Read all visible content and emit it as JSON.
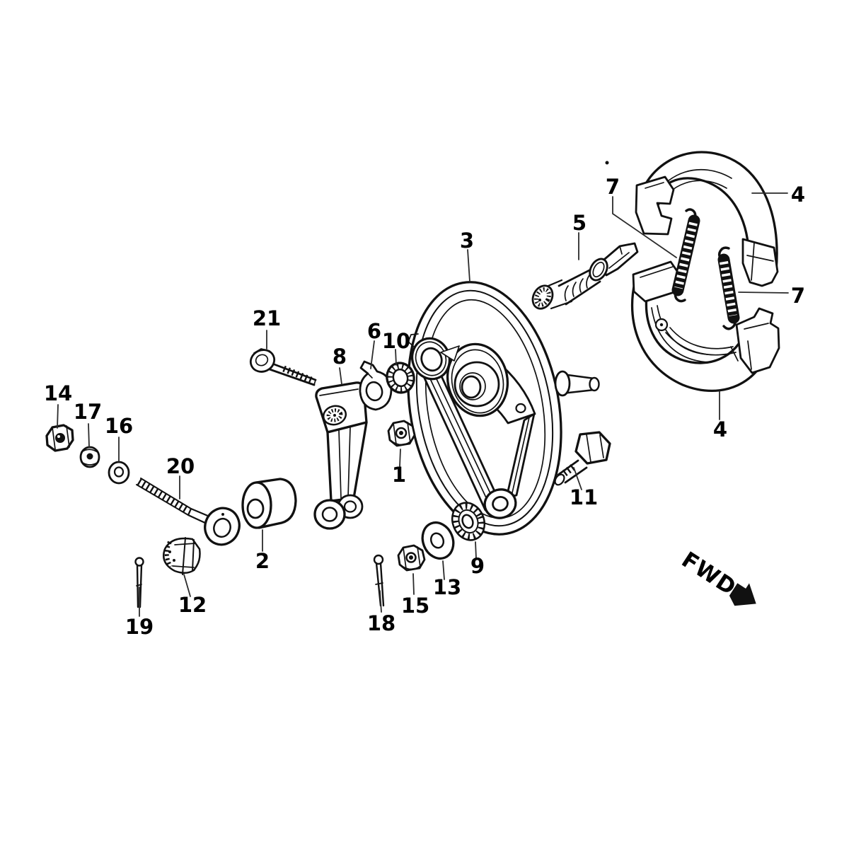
{
  "diagram": {
    "fwd_label": "FWD",
    "callouts": [
      {
        "text": "1"
      },
      {
        "text": "2"
      },
      {
        "text": "3"
      },
      {
        "text": "4"
      },
      {
        "text": "4"
      },
      {
        "text": "5"
      },
      {
        "text": "6"
      },
      {
        "text": "7"
      },
      {
        "text": "7"
      },
      {
        "text": "8"
      },
      {
        "text": "9"
      },
      {
        "text": "10"
      },
      {
        "text": "11"
      },
      {
        "text": "12"
      },
      {
        "text": "13"
      },
      {
        "text": "14"
      },
      {
        "text": "15"
      },
      {
        "text": "16"
      },
      {
        "text": "17"
      },
      {
        "text": "18"
      },
      {
        "text": "19"
      },
      {
        "text": "20"
      },
      {
        "text": "21"
      }
    ]
  }
}
